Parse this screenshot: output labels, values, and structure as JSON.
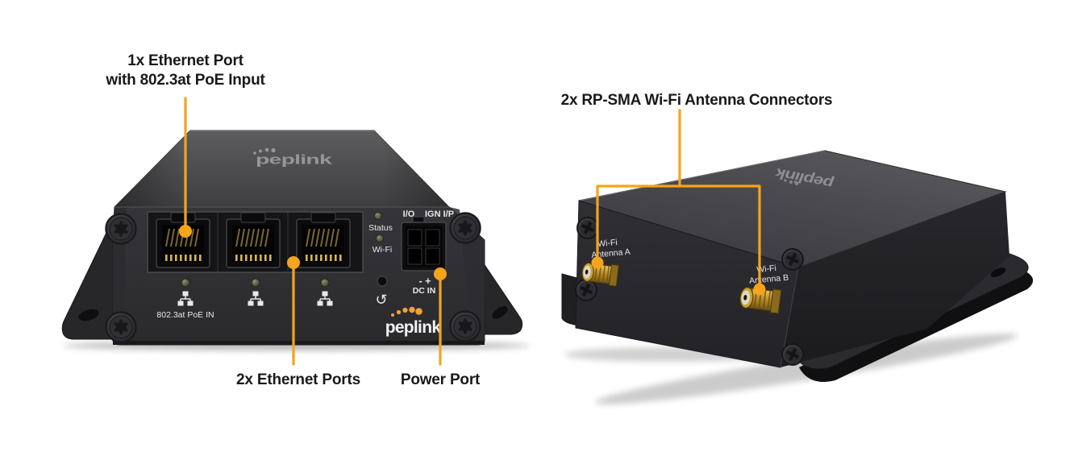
{
  "annotations": {
    "poe_port_line1": "1x Ethernet Port",
    "poe_port_line2": "with 802.3at PoE Input",
    "antenna": "2x RP-SMA Wi-Fi Antenna Connectors",
    "ethernet": "2x Ethernet Ports",
    "power": "Power Port"
  },
  "front_device": {
    "top_logo": "peplink",
    "front_logo": "peplink",
    "status_led_label": "Status",
    "wifi_led_label": "Wi-Fi",
    "io_label": "I/O",
    "ign_label": "IGN I/P",
    "polarity_label": "- +",
    "dc_in_label": "DC IN",
    "poe_in_label": "802.3at PoE IN",
    "reset_glyph": "↺"
  },
  "side_device": {
    "top_logo": "peplink",
    "antenna_a_line1": "Wi-Fi",
    "antenna_a_line2": "Antenna A",
    "antenna_b_line1": "Wi-Fi",
    "antenna_b_line2": "Antenna B"
  },
  "colors": {
    "callout": "#F5A41C",
    "logo_dots": "#F0A23A"
  }
}
